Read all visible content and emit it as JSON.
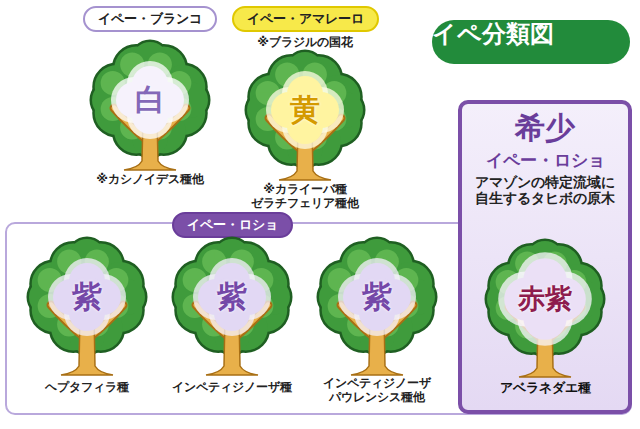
{
  "diagram": {
    "title": "イペ分類図",
    "nodes": [
      {
        "text": [
          "イペー・ブランコ",
          "白",
          "※カシノイデス種他"
        ]
      },
      {
        "text": [
          "イペー・アマレーロ",
          "※ブラジルの国花",
          "黄",
          "※カライーバ種 ゼラチフェリア種他"
        ]
      },
      {
        "text": [
          "イペー・ロショ"
        ]
      },
      {
        "text": [
          "紫",
          "ヘプタフィラ種"
        ],
        "in": 2
      },
      {
        "text": [
          "紫",
          "インペティジノーザ種"
        ],
        "in": 2
      },
      {
        "text": [
          "紫",
          "インペティジノーザ パウレンシス種他"
        ],
        "in": 2
      },
      {
        "text": [
          "希少",
          "イペー・ロショ",
          "アマゾンの特定流域に 自生するタヒボの原木"
        ]
      },
      {
        "text": [
          "赤紫",
          "アベラネダエ種"
        ],
        "in": 6
      }
    ]
  }
}
